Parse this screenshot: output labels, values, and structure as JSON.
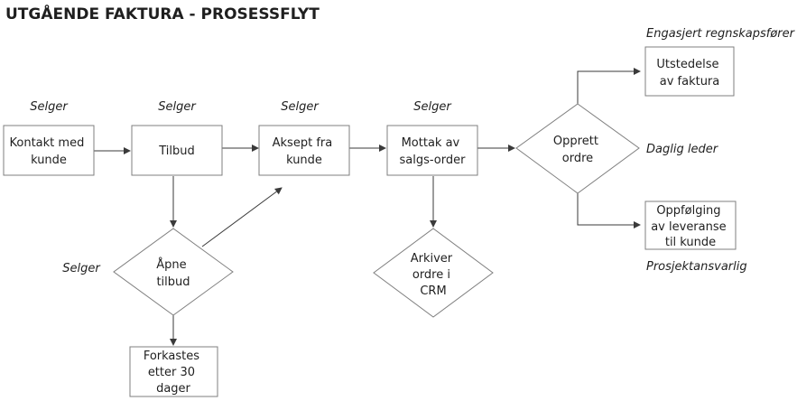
{
  "title": "UTGÅENDE FAKTURA - PROSESSFLYT",
  "colors": {
    "stroke": "#7f7f7f",
    "arrow": "#3a3a3a",
    "text": "#1f1f1f",
    "background": "#ffffff"
  },
  "roles": {
    "selger_1": "Selger",
    "selger_2": "Selger",
    "selger_3": "Selger",
    "selger_4": "Selger",
    "selger_5": "Selger",
    "regnskap": "Engasjert regnskapsfører",
    "daglig_leder": "Daglig leder",
    "prosjekt": "Prosjektansvarlig"
  },
  "nodes": {
    "kontakt": {
      "lines": [
        "Kontakt med",
        "kunde"
      ]
    },
    "tilbud": {
      "lines": [
        "Tilbud"
      ]
    },
    "aksept": {
      "lines": [
        "Aksept fra",
        "kunde"
      ]
    },
    "mottak": {
      "lines": [
        "Mottak av",
        "salgs-order"
      ]
    },
    "opprett": {
      "lines": [
        "Opprett",
        "ordre"
      ]
    },
    "utstedelse": {
      "lines": [
        "Utstedelse",
        "av faktura"
      ]
    },
    "oppfolging": {
      "lines": [
        "Oppfølging",
        "av leveranse",
        "til kunde"
      ]
    },
    "apne": {
      "lines": [
        "Åpne",
        "tilbud"
      ]
    },
    "arkiver": {
      "lines": [
        "Arkiver",
        "ordre i",
        "CRM"
      ]
    },
    "forkastes": {
      "lines": [
        "Forkastes",
        "etter 30",
        "dager"
      ]
    }
  }
}
